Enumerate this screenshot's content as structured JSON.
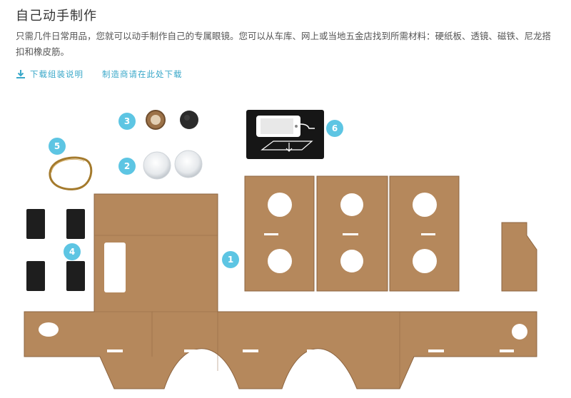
{
  "page": {
    "title": "自己动手制作",
    "description": "只需几件日常用品，您就可以动手制作自己的专属眼镜。您可以从车库、网上或当地五金店找到所需材料：硬纸板、透镜、磁铁、尼龙搭扣和橡皮筋。"
  },
  "links": {
    "download_label": "下载组装说明",
    "manufacturer_label": "制造商请在此处下载"
  },
  "badges": {
    "b1": "1",
    "b2": "2",
    "b3": "3",
    "b4": "4",
    "b5": "5",
    "b6": "6"
  },
  "colors": {
    "accent": "#3aa8c9",
    "badge": "#5dc5e3",
    "cardboard": "#b5885c",
    "cardboard_dark": "#8c6440",
    "velcro": "#1e1e1e"
  },
  "icons": {
    "download": "download-icon"
  }
}
